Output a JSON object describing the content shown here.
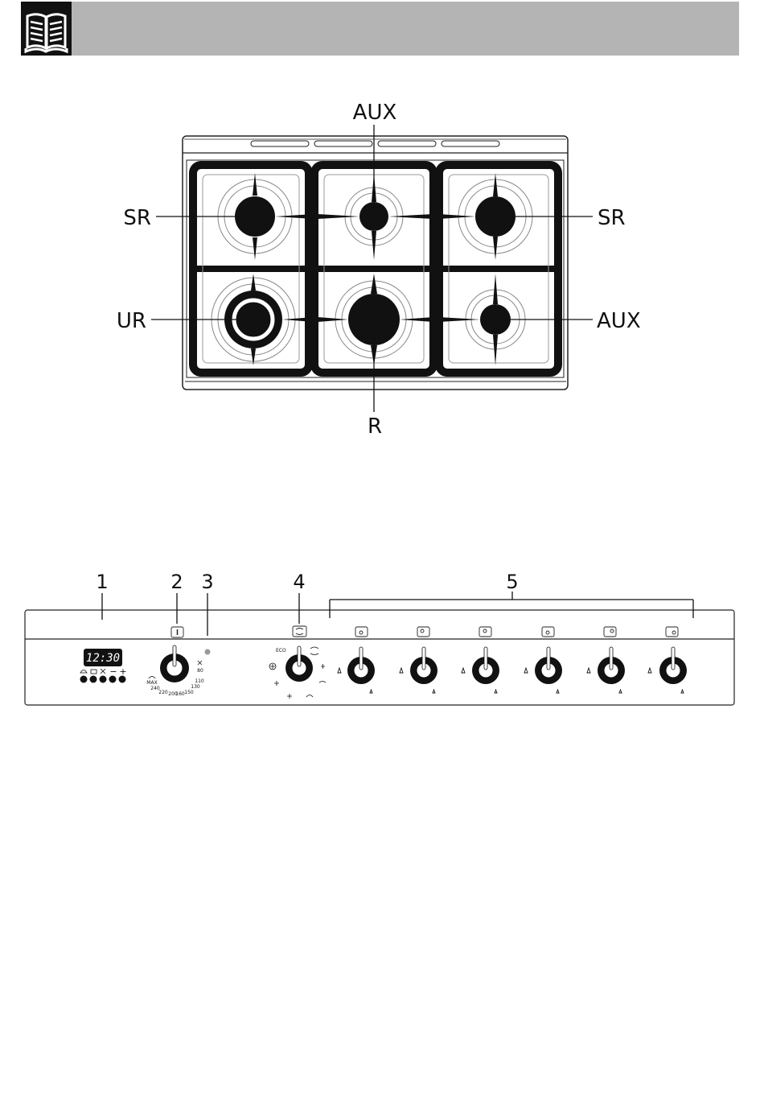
{
  "hob": {
    "labels": {
      "aux_top": "AUX",
      "sr_left": "SR",
      "sr_right": "SR",
      "ur": "UR",
      "aux_right": "AUX",
      "r": "R"
    }
  },
  "panel": {
    "callouts": [
      "1",
      "2",
      "3",
      "4",
      "5"
    ],
    "display_time": "12:30",
    "thermostat_scale": [
      "MAX",
      "240",
      "220",
      "200",
      "160",
      "130",
      "110",
      "80",
      "150"
    ],
    "function_label": "ECO",
    "timer_minus": "−",
    "timer_plus": "+"
  },
  "icons": {
    "header": "manual-book-icon"
  }
}
